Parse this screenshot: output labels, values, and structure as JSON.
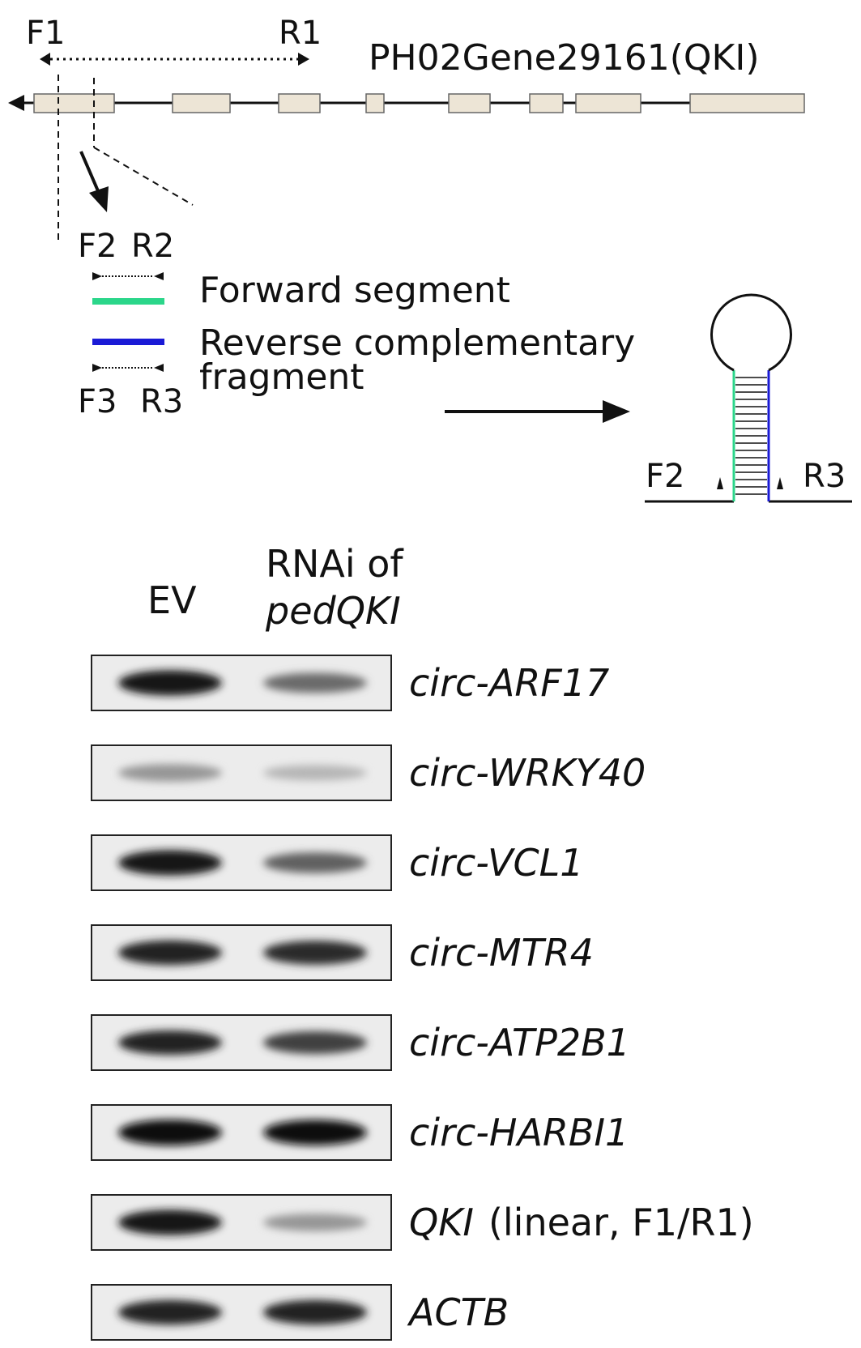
{
  "primers": {
    "f1": "F1",
    "r1": "R1",
    "f2": "F2",
    "r2": "R2",
    "f3": "F3",
    "r3": "R3",
    "hairpin_f2": "F2",
    "hairpin_r3": "R3"
  },
  "gene": {
    "name": "PH02Gene29161(QKI)",
    "exon_color": "#ede5d6"
  },
  "legend": {
    "forward_label": "Forward segment",
    "forward_color": "#2bd68a",
    "reverse_label_line1": "Reverse complementary",
    "reverse_label_line2": "fragment",
    "reverse_color": "#1a1ad6"
  },
  "gel": {
    "columns": [
      {
        "lines": [
          "EV"
        ]
      },
      {
        "lines": [
          "RNAi of",
          "pedQKI"
        ]
      }
    ],
    "rows": [
      {
        "label": "circ-ARF17",
        "intensity": [
          0.95,
          0.55
        ]
      },
      {
        "label": "circ-WRKY40",
        "intensity": [
          0.35,
          0.2
        ]
      },
      {
        "label": "circ-VCL1",
        "intensity": [
          0.95,
          0.6
        ]
      },
      {
        "label": "circ-MTR4",
        "intensity": [
          0.9,
          0.85
        ]
      },
      {
        "label": "circ-ATP2B1",
        "intensity": [
          0.88,
          0.75
        ]
      },
      {
        "label": "circ-HARBI1",
        "intensity": [
          1.0,
          0.98
        ]
      },
      {
        "label": "QKI",
        "label_suffix": "(linear, F1/R1)",
        "intensity": [
          0.95,
          0.35
        ]
      },
      {
        "label": "ACTB",
        "intensity": [
          0.9,
          0.9
        ]
      }
    ]
  }
}
